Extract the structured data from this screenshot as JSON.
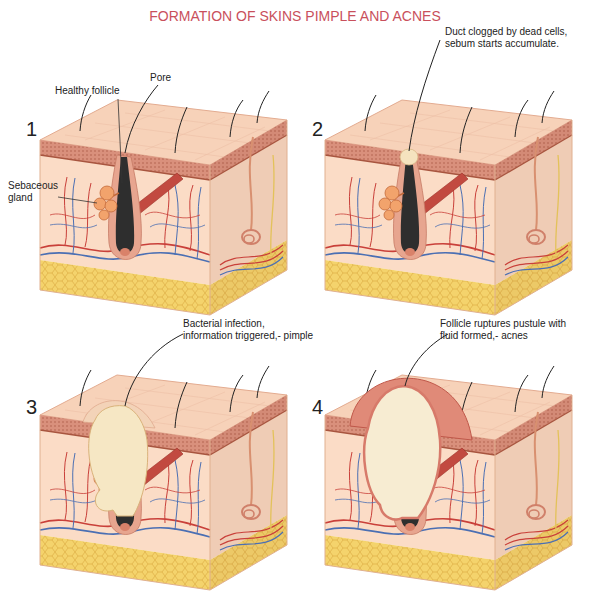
{
  "diagram": {
    "title": "FORMATION OF SKINS PIMPLE AND ACNES",
    "labels": [
      "Healthy follicle",
      "Pore",
      "Duct clogged by dead cells, sebum starts accumulate.",
      "1",
      "Sebaceous gland",
      "2",
      "Bacterial infection, information triggered,- pimple",
      "Follicle ruptures pustule with fluid formed,- acnes",
      "3",
      "4"
    ]
  }
}
